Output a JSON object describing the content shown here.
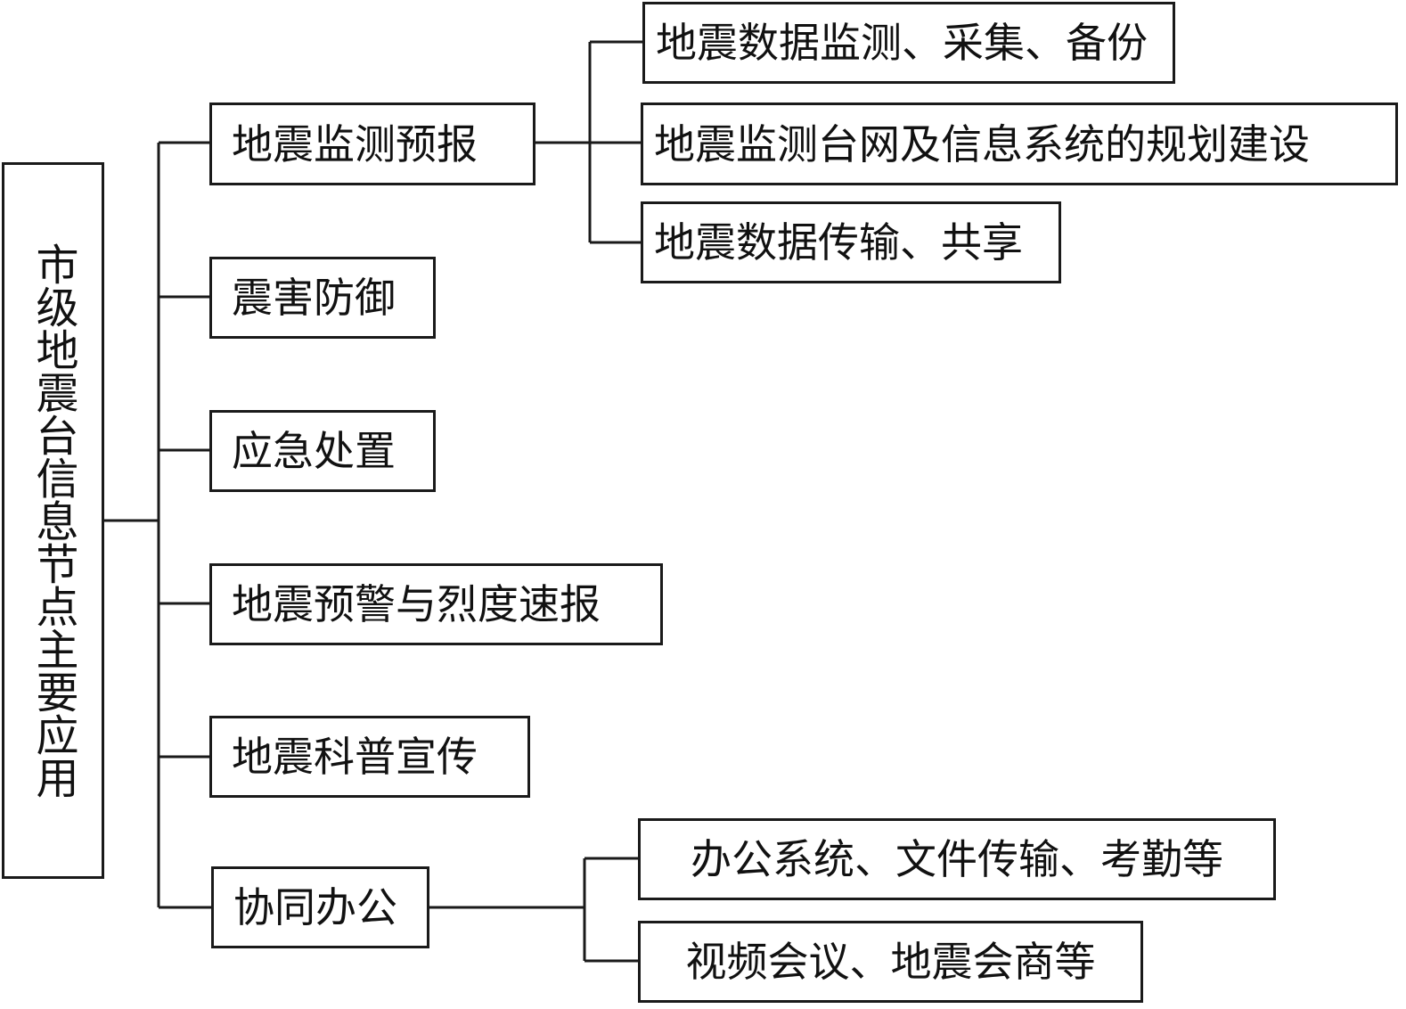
{
  "root": {
    "label": "市级地震台信息节点主要应用"
  },
  "categories": [
    {
      "label": "地震监测预报",
      "children": [
        "地震数据监测、采集、备份",
        "地震监测台网及信息系统的规划建设",
        "地震数据传输、共享"
      ]
    },
    {
      "label": "震害防御",
      "children": []
    },
    {
      "label": "应急处置",
      "children": []
    },
    {
      "label": "地震预警与烈度速报",
      "children": []
    },
    {
      "label": "地震科普宣传",
      "children": []
    },
    {
      "label": "协同办公",
      "children": [
        "办公系统、文件传输、考勤等",
        "视频会议、地震会商等"
      ]
    }
  ]
}
